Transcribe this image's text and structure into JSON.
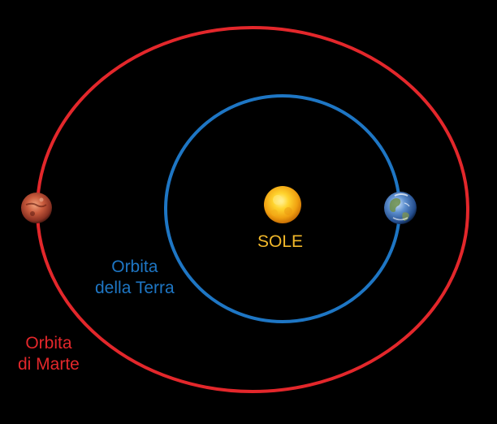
{
  "diagram": {
    "labels": {
      "sun": "SOLE",
      "earth_orbit": [
        "Orbita",
        "della Terra"
      ],
      "mars_orbit": [
        "Orbita",
        "di Marte"
      ]
    },
    "colors": {
      "background": "#000000",
      "sun_label": "#f2b82a",
      "earth_orbit": "#1e76c4",
      "mars_orbit": "#e3272b"
    },
    "bodies": [
      "sun",
      "earth",
      "mars"
    ]
  }
}
